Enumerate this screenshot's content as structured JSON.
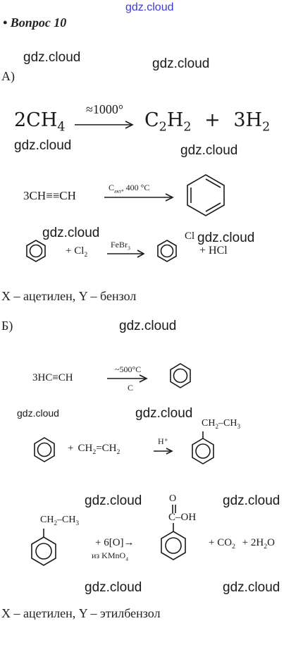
{
  "watermark": "gdz.cloud",
  "question": "• Вопрос 10",
  "part_a": {
    "label": "А)",
    "eq1": {
      "reactant": "2CH",
      "reactant_sub": "4",
      "condition": "≈1000°",
      "products_1": "C",
      "p1a": "2",
      "p1b": "H",
      "p1c": "2",
      "plus": "+",
      "products_2": "3H",
      "p2sub": "2"
    },
    "eq2": {
      "reactant": "3CH≡≡CH",
      "condition_1": "C",
      "condition_sub": "акт",
      "condition_2": ", 400 °C"
    },
    "eq3": {
      "reagent": "+ Cl",
      "reagent_sub": "2",
      "catalyst": "FeBr",
      "catalyst_sub": "3",
      "cl_label": "Cl",
      "byproduct": "+ HCl"
    },
    "answer": "X – ацетилен, Y – бензол"
  },
  "part_b": {
    "label": "Б)",
    "eq1": {
      "reactant": "3HC≡CH",
      "condition_top": "~500°C",
      "condition_bottom": "C"
    },
    "eq2": {
      "plus": "+",
      "reagent": "CH",
      "r_sub1": "2",
      "r_mid": "=CH",
      "r_sub2": "2",
      "catalyst": "H⁺",
      "substituent": "CH",
      "s_sub1": "2",
      "s_mid": "–CH",
      "s_sub2": "3"
    },
    "eq3": {
      "substituent": "CH",
      "s_sub1": "2",
      "s_mid": "–CH",
      "s_sub2": "3",
      "oxidant": "+ 6[O]→",
      "oxidant_note": "из KMnO",
      "note_sub": "4",
      "acid_o": "O",
      "acid_oh": "C–OH",
      "products": "+  CO",
      "p_sub": "2",
      "products_2": "+ 2H",
      "p2_sub": "2",
      "products_3": "O"
    },
    "answer": "X – ацетилен, Y – этилбензол"
  }
}
